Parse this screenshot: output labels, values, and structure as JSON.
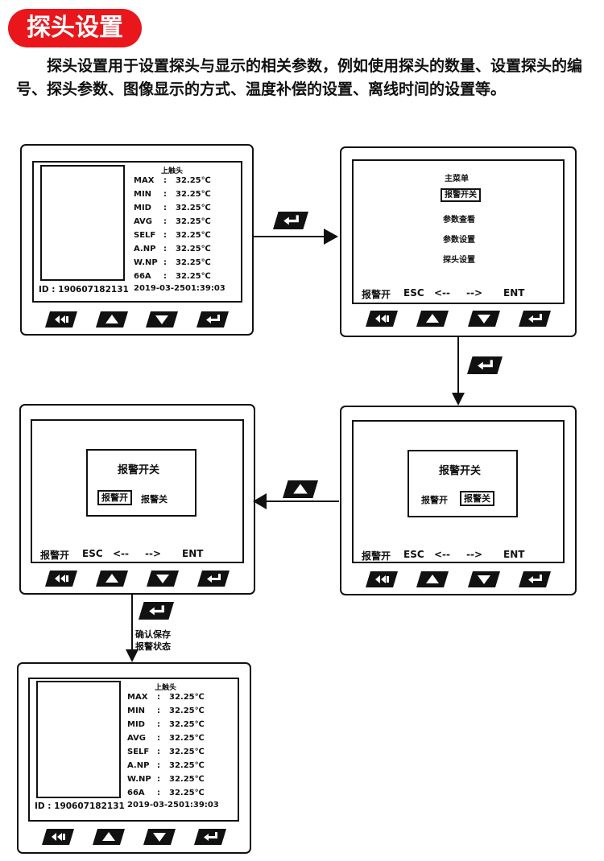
{
  "section_title": "探头设置",
  "intro_text": "探头设置用于设置探头与显示的相关参数，例如使用探头的数量、设置探头的编号、探头参数、图像显示的方式、温度补偿的设置、离线时间的设置等。",
  "readout": {
    "heading": "上触头",
    "rows": [
      {
        "name": "MAX",
        "value": "32.25℃"
      },
      {
        "name": "MIN",
        "value": "32.25℃"
      },
      {
        "name": "MID",
        "value": "32.25℃"
      },
      {
        "name": "AVG",
        "value": "32.25℃"
      },
      {
        "name": "SELF",
        "value": "32.25℃"
      },
      {
        "name": "A.NP",
        "value": "32.25℃"
      },
      {
        "name": "W.NP",
        "value": "32.25℃"
      },
      {
        "name": "66A",
        "value": "32.25℃"
      }
    ],
    "colon": ":",
    "id_label": "ID : 190607182131",
    "date": "2019-03-25",
    "time": "01:39:03"
  },
  "main_menu": {
    "title": "主菜单",
    "items": [
      "报警开关",
      "参数查看",
      "参数设置",
      "探头设置"
    ]
  },
  "bottom_bar": {
    "alarm_on": "报警开",
    "esc": "ESC",
    "left": "<--",
    "right": "-->",
    "ent": "ENT"
  },
  "alarm_dialog": {
    "title": "报警开关",
    "on": "报警开",
    "off": "报警关"
  },
  "confirm_note": [
    "确认保存",
    "报警状态"
  ],
  "colors": {
    "badge": "#e9161b",
    "ink": "#111111"
  },
  "icons": [
    "back-key-icon",
    "up-key-icon",
    "down-key-icon",
    "enter-key-icon"
  ]
}
